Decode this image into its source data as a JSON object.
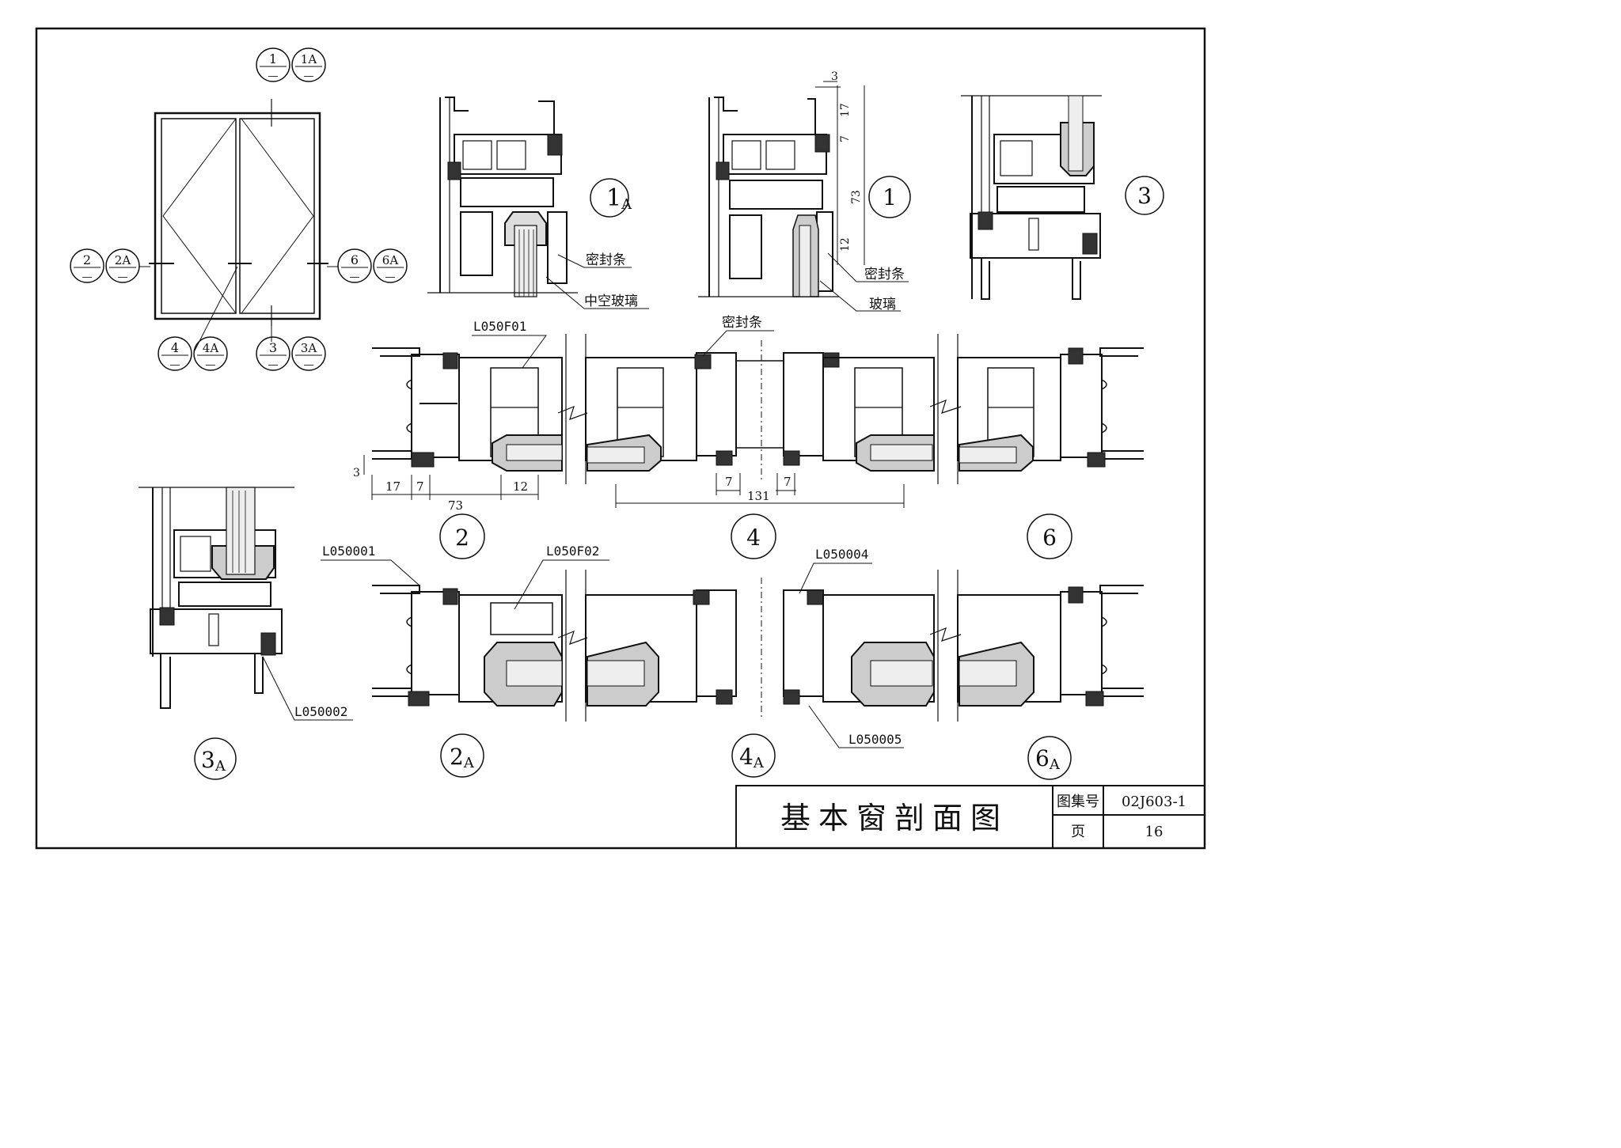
{
  "elevation": {
    "markers": [
      {
        "id": "m1",
        "a": "1",
        "b": "1A"
      },
      {
        "id": "m2",
        "a": "2",
        "b": "2A"
      },
      {
        "id": "m6",
        "a": "6",
        "b": "6A"
      },
      {
        "id": "m4",
        "a": "4",
        "b": "4A"
      },
      {
        "id": "m3",
        "a": "3",
        "b": "3A"
      }
    ]
  },
  "sections": {
    "s1A": "1A",
    "s1": "1",
    "s3": "3",
    "s3A": "3A",
    "s2": "2",
    "s4": "4",
    "s6": "6",
    "s2A": "2A",
    "s4A": "4A",
    "s6A": "6A"
  },
  "labels": {
    "seal_1a": "密封条",
    "glass_1a": "中空玻璃",
    "seal_1": "密封条",
    "glass_1": "玻璃",
    "seal_row": "密封条",
    "part_f01": "L050F01",
    "part_f02": "L050F02",
    "part_001": "L050001",
    "part_002": "L050002",
    "part_004": "L050004",
    "part_005": "L050005"
  },
  "dims": {
    "d1_3": "3",
    "d1_17": "17",
    "d1_7": "7",
    "d1_73": "73",
    "d1_12": "12",
    "d2_3": "3",
    "d2_17": "17",
    "d2_7": "7",
    "d2_73": "73",
    "d2_12": "12",
    "d4_7a": "7",
    "d4_7b": "7",
    "d4_131": "131"
  },
  "title_block": {
    "title": "基本窗剖面图",
    "atlas_label": "图集号",
    "atlas_value": "02J603-1",
    "page_label": "页",
    "page_value": "16"
  }
}
